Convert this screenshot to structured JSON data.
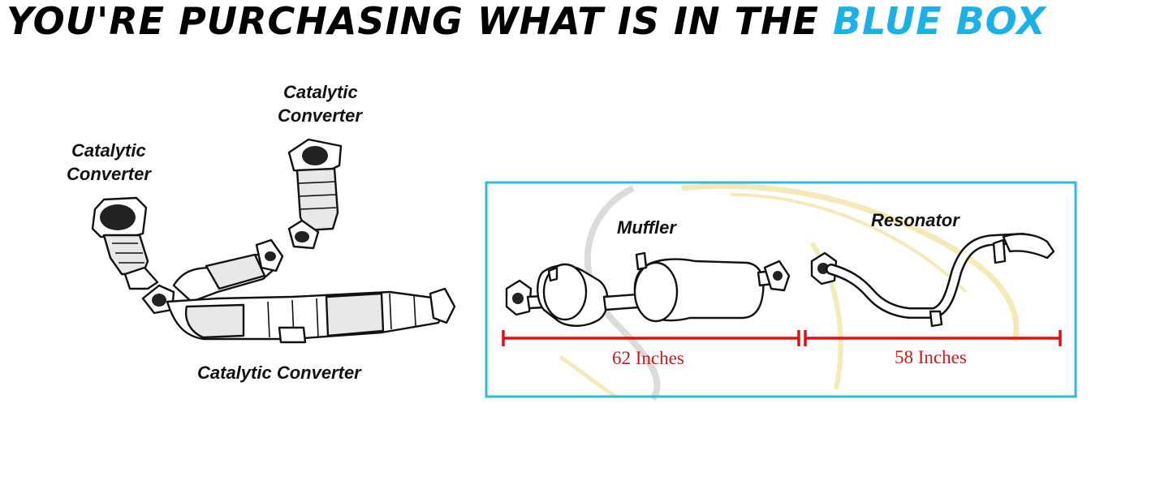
{
  "headline": {
    "prefix": "YOU'RE PURCHASING WHAT IS IN THE ",
    "highlight": "BLUE BOX"
  },
  "labels": {
    "cat_left": [
      "Catalytic",
      "Converter"
    ],
    "cat_top": [
      "Catalytic",
      "Converter"
    ],
    "cat_bottom": "Catalytic Converter",
    "muffler": "Muffler",
    "resonator": "Resonator"
  },
  "dimensions": {
    "muffler_length": "62 Inches",
    "resonator_length": "58 Inches"
  },
  "colors": {
    "accent": "#1cb0e8",
    "box_border": "#32b8df",
    "dimension_line": "#e01010",
    "dimension_text": "#d01818",
    "watermark_gold": "#f2e2a0",
    "watermark_grey": "#c8c8c8"
  }
}
